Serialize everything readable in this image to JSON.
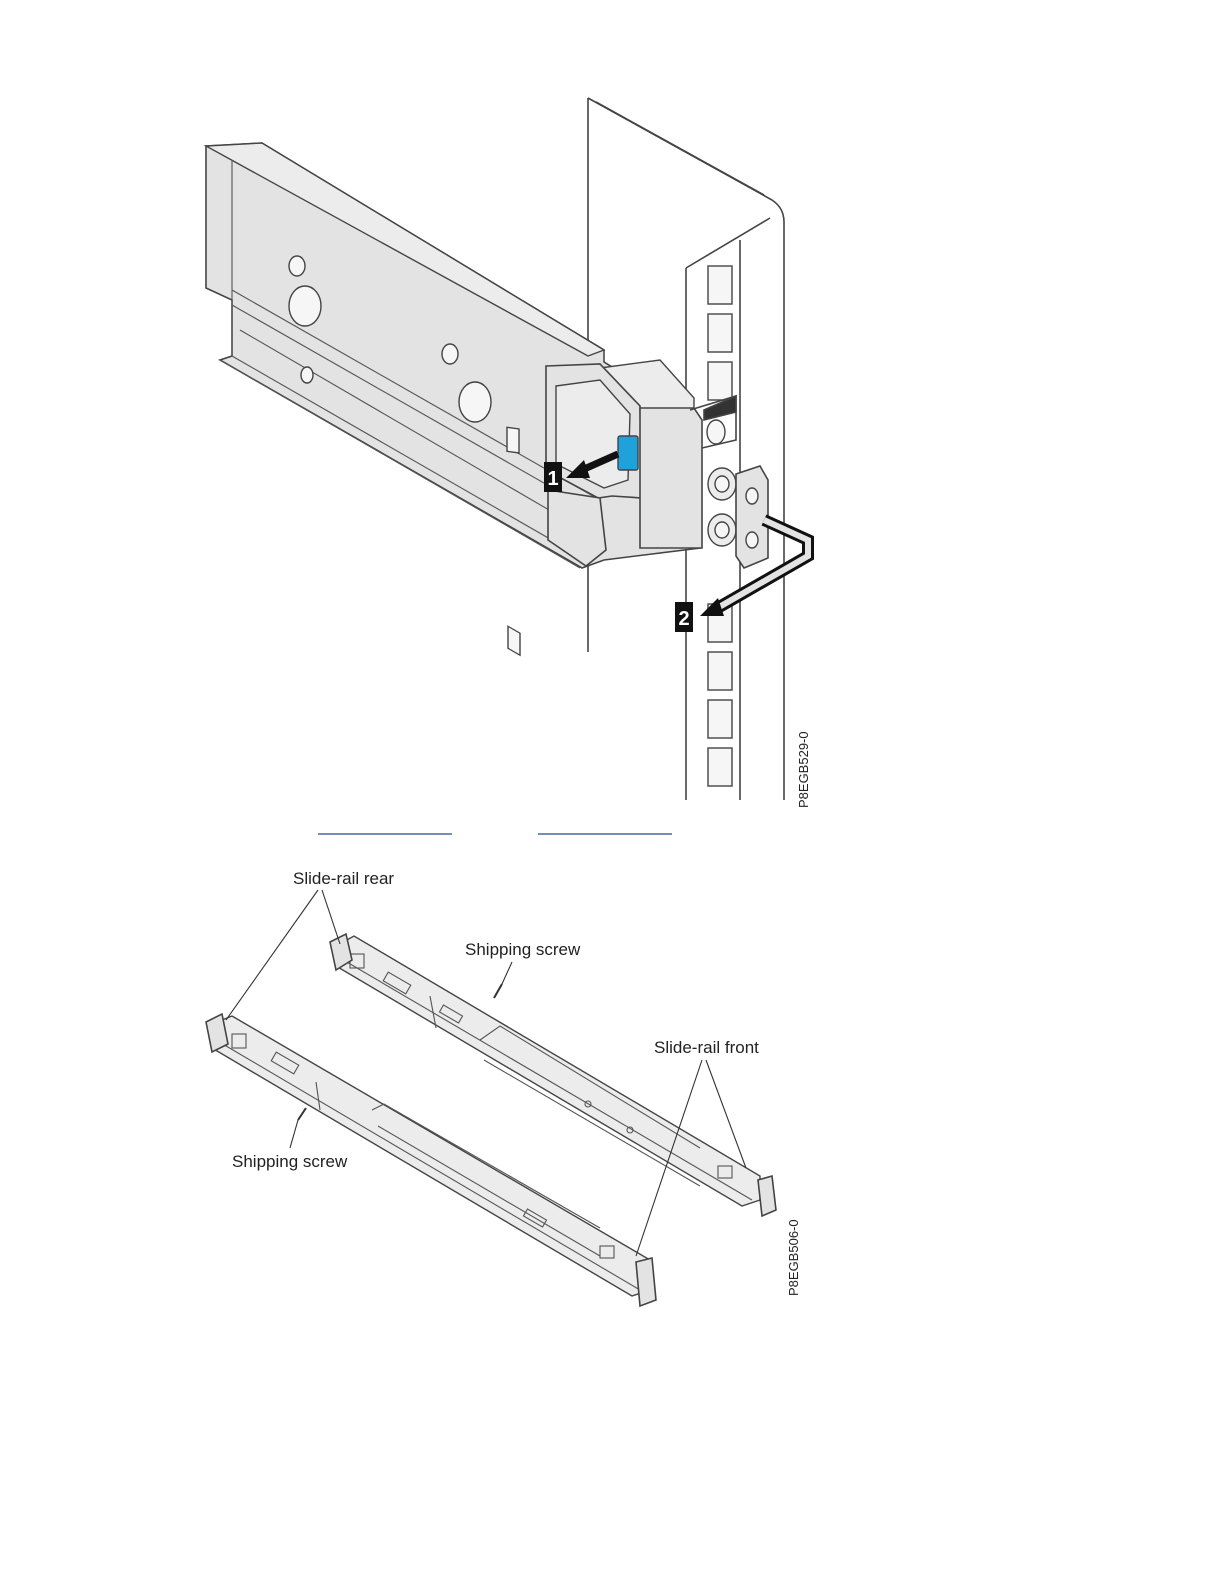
{
  "figure1": {
    "id_label": "P8EGB529-0",
    "callouts": [
      "1",
      "2"
    ],
    "latch_color": "#1fa2dc"
  },
  "divider": {
    "color": "#1f4e8c"
  },
  "figure2": {
    "id_label": "P8EGB506-0",
    "labels": {
      "slide_rail_rear": "Slide-rail rear",
      "shipping_screw_top": "Shipping screw",
      "slide_rail_front": "Slide-rail front",
      "shipping_screw_bottom": "Shipping screw"
    }
  }
}
